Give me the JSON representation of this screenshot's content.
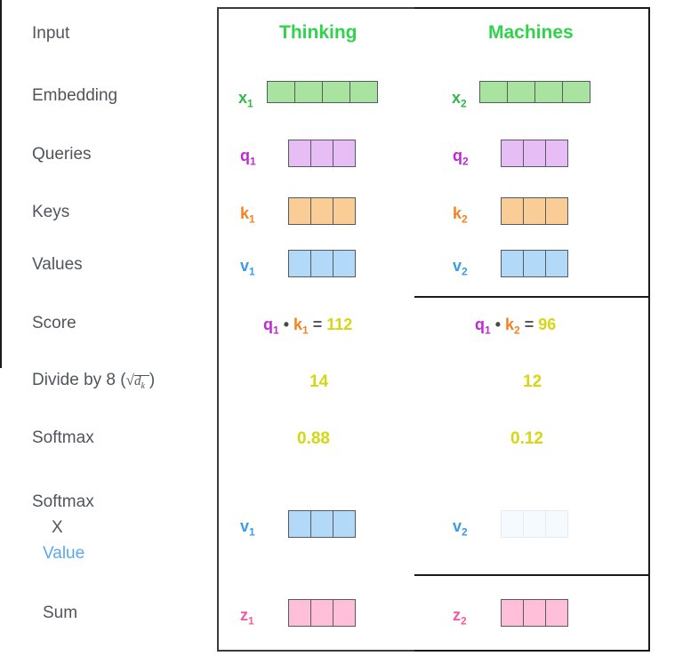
{
  "diagram": {
    "title": "self-attention-calculation",
    "colors": {
      "embedding": "#a8e3a0",
      "query": "#e6bdf5",
      "key": "#fbcd96",
      "value": "#b2d9f7",
      "output": "#ffbfd9",
      "word_header": "#2fd44a",
      "score_number": "#d6d613",
      "label_text": "#50555c",
      "value_label": "#5aa9f0",
      "cell_border": "#555a61"
    },
    "row_labels": [
      {
        "id": "input",
        "text": "Input"
      },
      {
        "id": "embedding",
        "text": "Embedding"
      },
      {
        "id": "queries",
        "text": "Queries"
      },
      {
        "id": "keys",
        "text": "Keys"
      },
      {
        "id": "values",
        "text": "Values"
      },
      {
        "id": "score",
        "text": "Score"
      },
      {
        "id": "divide",
        "text": "Divide by 8 ("
      },
      {
        "id": "divide_close",
        "text": ")"
      },
      {
        "id": "softmax",
        "text": "Softmax"
      },
      {
        "id": "softmax_x_value_1",
        "text": "Softmax"
      },
      {
        "id": "softmax_x_value_2",
        "text": "X"
      },
      {
        "id": "softmax_x_value_3",
        "text": "Value"
      },
      {
        "id": "sum",
        "text": "Sum"
      }
    ],
    "sqrt_label": {
      "radical": "√",
      "base": "d",
      "subscript": "k"
    },
    "columns": [
      {
        "word": "Thinking",
        "embedding_label": "x",
        "embedding_sub": "1",
        "query_label": "q",
        "query_sub": "1",
        "key_label": "k",
        "key_sub": "1",
        "value_label": "v",
        "value_sub": "1",
        "weighted_value_label": "v",
        "weighted_value_sub": "1",
        "output_label": "z",
        "output_sub": "1",
        "score_expr": {
          "q": "q",
          "q_sub": "1",
          "dot": "•",
          "k": "k",
          "k_sub": "1",
          "eq": "=",
          "result": "112"
        },
        "divided": "14",
        "softmax": "0.88",
        "weighted_value_opacity": "1"
      },
      {
        "word": "Machines",
        "embedding_label": "x",
        "embedding_sub": "2",
        "query_label": "q",
        "query_sub": "2",
        "key_label": "k",
        "key_sub": "2",
        "value_label": "v",
        "value_sub": "2",
        "weighted_value_label": "v",
        "weighted_value_sub": "2",
        "output_label": "z",
        "output_sub": "2",
        "score_expr": {
          "q": "q",
          "q_sub": "1",
          "dot": "•",
          "k": "k",
          "k_sub": "2",
          "eq": "=",
          "result": "96"
        },
        "divided": "12",
        "softmax": "0.12",
        "weighted_value_opacity": "0.12"
      }
    ],
    "vector_sizes": {
      "embedding_cells": 4,
      "query_cells": 3,
      "key_cells": 3,
      "value_cells": 3,
      "output_cells": 3
    }
  }
}
